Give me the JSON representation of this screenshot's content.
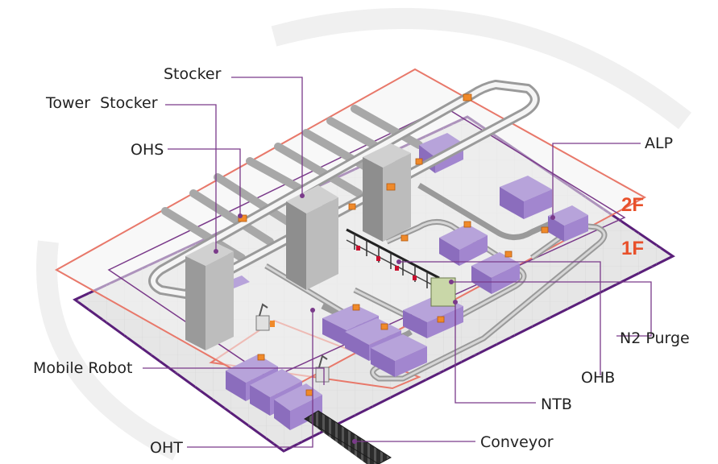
{
  "colors": {
    "floor_1f_outline": "#5a1f7a",
    "floor_2f_outline": "#e8786a",
    "floor_label": "#e8502a",
    "leader_line": "#7a3a8a",
    "equipment_purple": "#9b7fc9",
    "stocker_gray": "#8a8a8a",
    "orange_vehicle": "#f08a2a",
    "rail_gray": "#b8b8b8"
  },
  "floors": {
    "upper": "2F",
    "lower": "1F"
  },
  "labels": {
    "stocker": "Stocker",
    "tower_stocker": "Tower  Stocker",
    "ohs": "OHS",
    "alp": "ALP",
    "n2_purge": "N2 Purge",
    "ohb": "OHB",
    "ntb": "NTB",
    "mobile_robot": "Mobile Robot",
    "oht": "OHT",
    "conveyor": "Conveyor"
  }
}
